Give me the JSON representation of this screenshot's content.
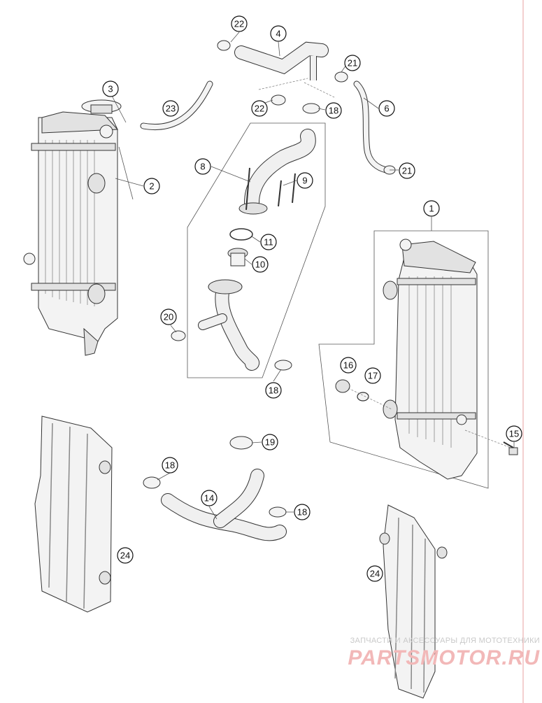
{
  "callouts": [
    {
      "id": "c1",
      "label": "1"
    },
    {
      "id": "c2",
      "label": "2"
    },
    {
      "id": "c3",
      "label": "3"
    },
    {
      "id": "c4",
      "label": "4"
    },
    {
      "id": "c6",
      "label": "6"
    },
    {
      "id": "c8",
      "label": "8"
    },
    {
      "id": "c9",
      "label": "9"
    },
    {
      "id": "c10",
      "label": "10"
    },
    {
      "id": "c11",
      "label": "11"
    },
    {
      "id": "c14",
      "label": "14"
    },
    {
      "id": "c15",
      "label": "15"
    },
    {
      "id": "c16",
      "label": "16"
    },
    {
      "id": "c17",
      "label": "17"
    },
    {
      "id": "c18a",
      "label": "18"
    },
    {
      "id": "c18b",
      "label": "18"
    },
    {
      "id": "c18c",
      "label": "18"
    },
    {
      "id": "c18d",
      "label": "18"
    },
    {
      "id": "c19",
      "label": "19"
    },
    {
      "id": "c20",
      "label": "20"
    },
    {
      "id": "c21a",
      "label": "21"
    },
    {
      "id": "c21b",
      "label": "21"
    },
    {
      "id": "c22a",
      "label": "22"
    },
    {
      "id": "c22b",
      "label": "22"
    },
    {
      "id": "c23",
      "label": "23"
    },
    {
      "id": "c24a",
      "label": "24"
    },
    {
      "id": "c24b",
      "label": "24"
    }
  ],
  "watermark": {
    "caption": "ЗАПЧАСТИ И АКСЕССУАРЫ ДЛЯ МОТОТЕХНИКИ",
    "logo": "PARTSMOTOR.RU"
  },
  "colors": {
    "ink": "#111111",
    "margin_line": "#e8a0a0",
    "watermark": "#f2b8b8"
  }
}
